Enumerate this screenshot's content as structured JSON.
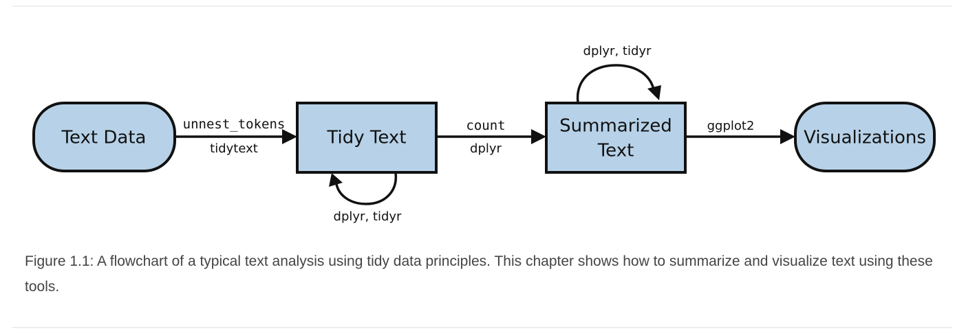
{
  "diagram": {
    "nodes": [
      {
        "id": "text-data",
        "lines": [
          "Text Data"
        ]
      },
      {
        "id": "tidy-text",
        "lines": [
          "Tidy Text"
        ]
      },
      {
        "id": "summarized-text",
        "lines": [
          "Summarized",
          "Text"
        ]
      },
      {
        "id": "visualizations",
        "lines": [
          "Visualizations"
        ]
      }
    ],
    "edges": [
      {
        "from": "text-data",
        "to": "tidy-text",
        "label_top": "unnest_tokens",
        "label_bottom": "tidytext"
      },
      {
        "from": "tidy-text",
        "to": "summarized-text",
        "label_top": "count",
        "label_bottom": "dplyr"
      },
      {
        "from": "summarized-text",
        "to": "visualizations",
        "label_top": "ggplot2",
        "label_bottom": ""
      }
    ],
    "loops": [
      {
        "node": "tidy-text",
        "label": "dplyr, tidyr"
      },
      {
        "node": "summarized-text",
        "label": "dplyr, tidyr"
      }
    ]
  },
  "caption": "Figure 1.1: A flowchart of a typical text analysis using tidy data principles. This chapter shows how to summarize and visualize text using these tools."
}
